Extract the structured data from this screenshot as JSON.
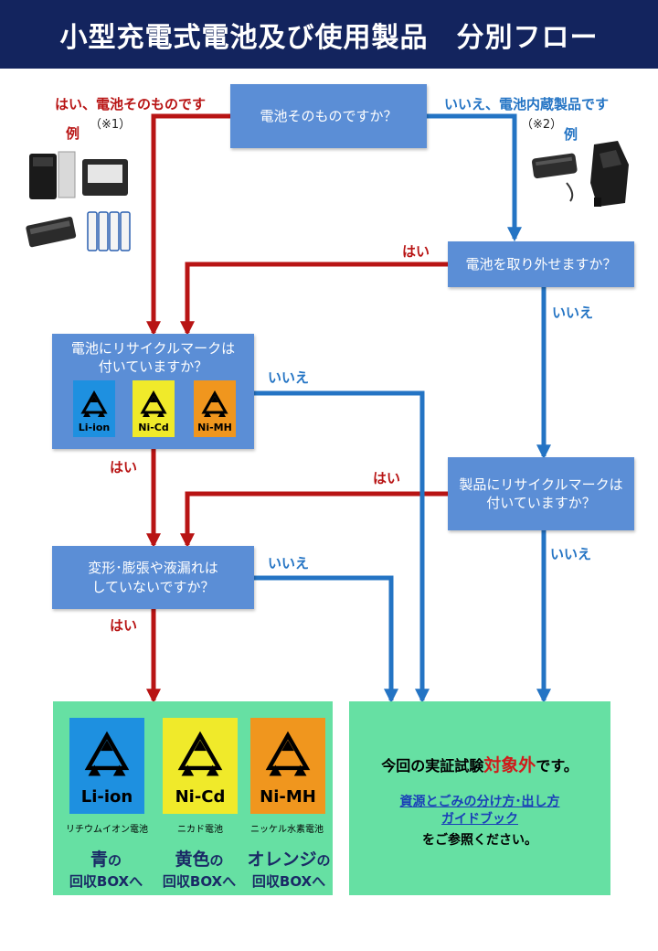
{
  "header": {
    "title": "小型充電式電池及び使用製品　分別フロー"
  },
  "q1": {
    "text": "電池そのものですか？"
  },
  "q2": {
    "text": "電池を取り外せますか？"
  },
  "q3": {
    "text": "電池にリサイクルマークは\n付いていますか？"
  },
  "q4": {
    "text": "製品にリサイクルマークは\n付いていますか？"
  },
  "q5": {
    "text": "変形･膨張や液漏れは\nしていないですか？"
  },
  "labels": {
    "yes_battery": "はい、電池そのものです",
    "note1": "（※1）",
    "example_left": "例",
    "no_built_in": "いいえ、電池内蔵製品です",
    "note2": "（※2）",
    "example_right": "例",
    "yes_q2": "はい",
    "no_q2": "いいえ",
    "no_q3": "いいえ",
    "yes_q3": "はい",
    "yes_q4": "はい",
    "no_q4": "いいえ",
    "no_q5": "いいえ",
    "yes_q5": "はい"
  },
  "marks_small": [
    {
      "tag": "Li-ion",
      "color": "#1e90e0"
    },
    {
      "tag": "Ni-Cd",
      "color": "#f0ea2a"
    },
    {
      "tag": "Ni-MH",
      "color": "#f0961e"
    }
  ],
  "bins": [
    {
      "tag": "Li-ion",
      "sub": "リチウムイオン電池",
      "color": "#1e90e0",
      "colorname": "青",
      "suffix": "の",
      "line2": "回収BOXへ",
      "namecolor": "#1a2a66"
    },
    {
      "tag": "Ni-Cd",
      "sub": "ニカド電池",
      "color": "#f0ea2a",
      "colorname": "黄色",
      "suffix": "の",
      "line2": "回収BOXへ",
      "namecolor": "#1a2a66"
    },
    {
      "tag": "Ni-MH",
      "sub": "ニッケル水素電池",
      "color": "#f0961e",
      "colorname": "オレンジ",
      "suffix": "の",
      "line2": "回収BOXへ",
      "namecolor": "#1a2a66"
    }
  ],
  "excluded": {
    "prefix": "今回の実証試験",
    "highlight": "対象外",
    "suffix": "です。",
    "link_line1": "資源とごみの分け方･出し方",
    "link_line2": "ガイドブック",
    "after": "をご参照ください。"
  },
  "colors": {
    "red": "#b81414",
    "blue": "#2474c4",
    "box": "#5b8ed6",
    "header": "#13245e",
    "green": "#66e0a3"
  }
}
